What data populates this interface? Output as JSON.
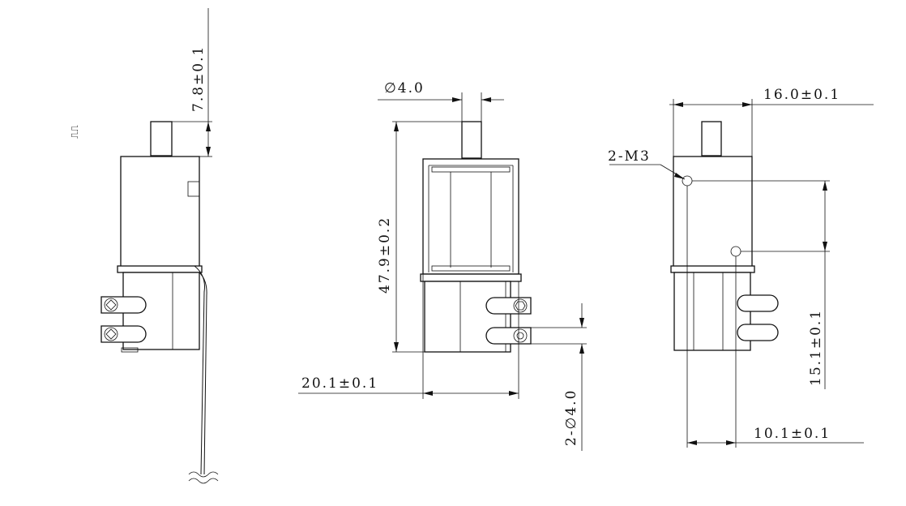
{
  "dimensions": {
    "side_nozzle_height": "7.8±0.1",
    "nozzle_diameter": "∅4.0",
    "overall_height": "47.9±0.2",
    "body_width": "20.1±0.1",
    "port_diameters": "2-∅4.0",
    "body_depth": "16.0±0.1",
    "mount_holes": "2-M3",
    "hole_spacing_vertical": "15.1±0.1",
    "hole_spacing_horizontal": "10.1±0.1"
  },
  "mark": "⎍⎍"
}
